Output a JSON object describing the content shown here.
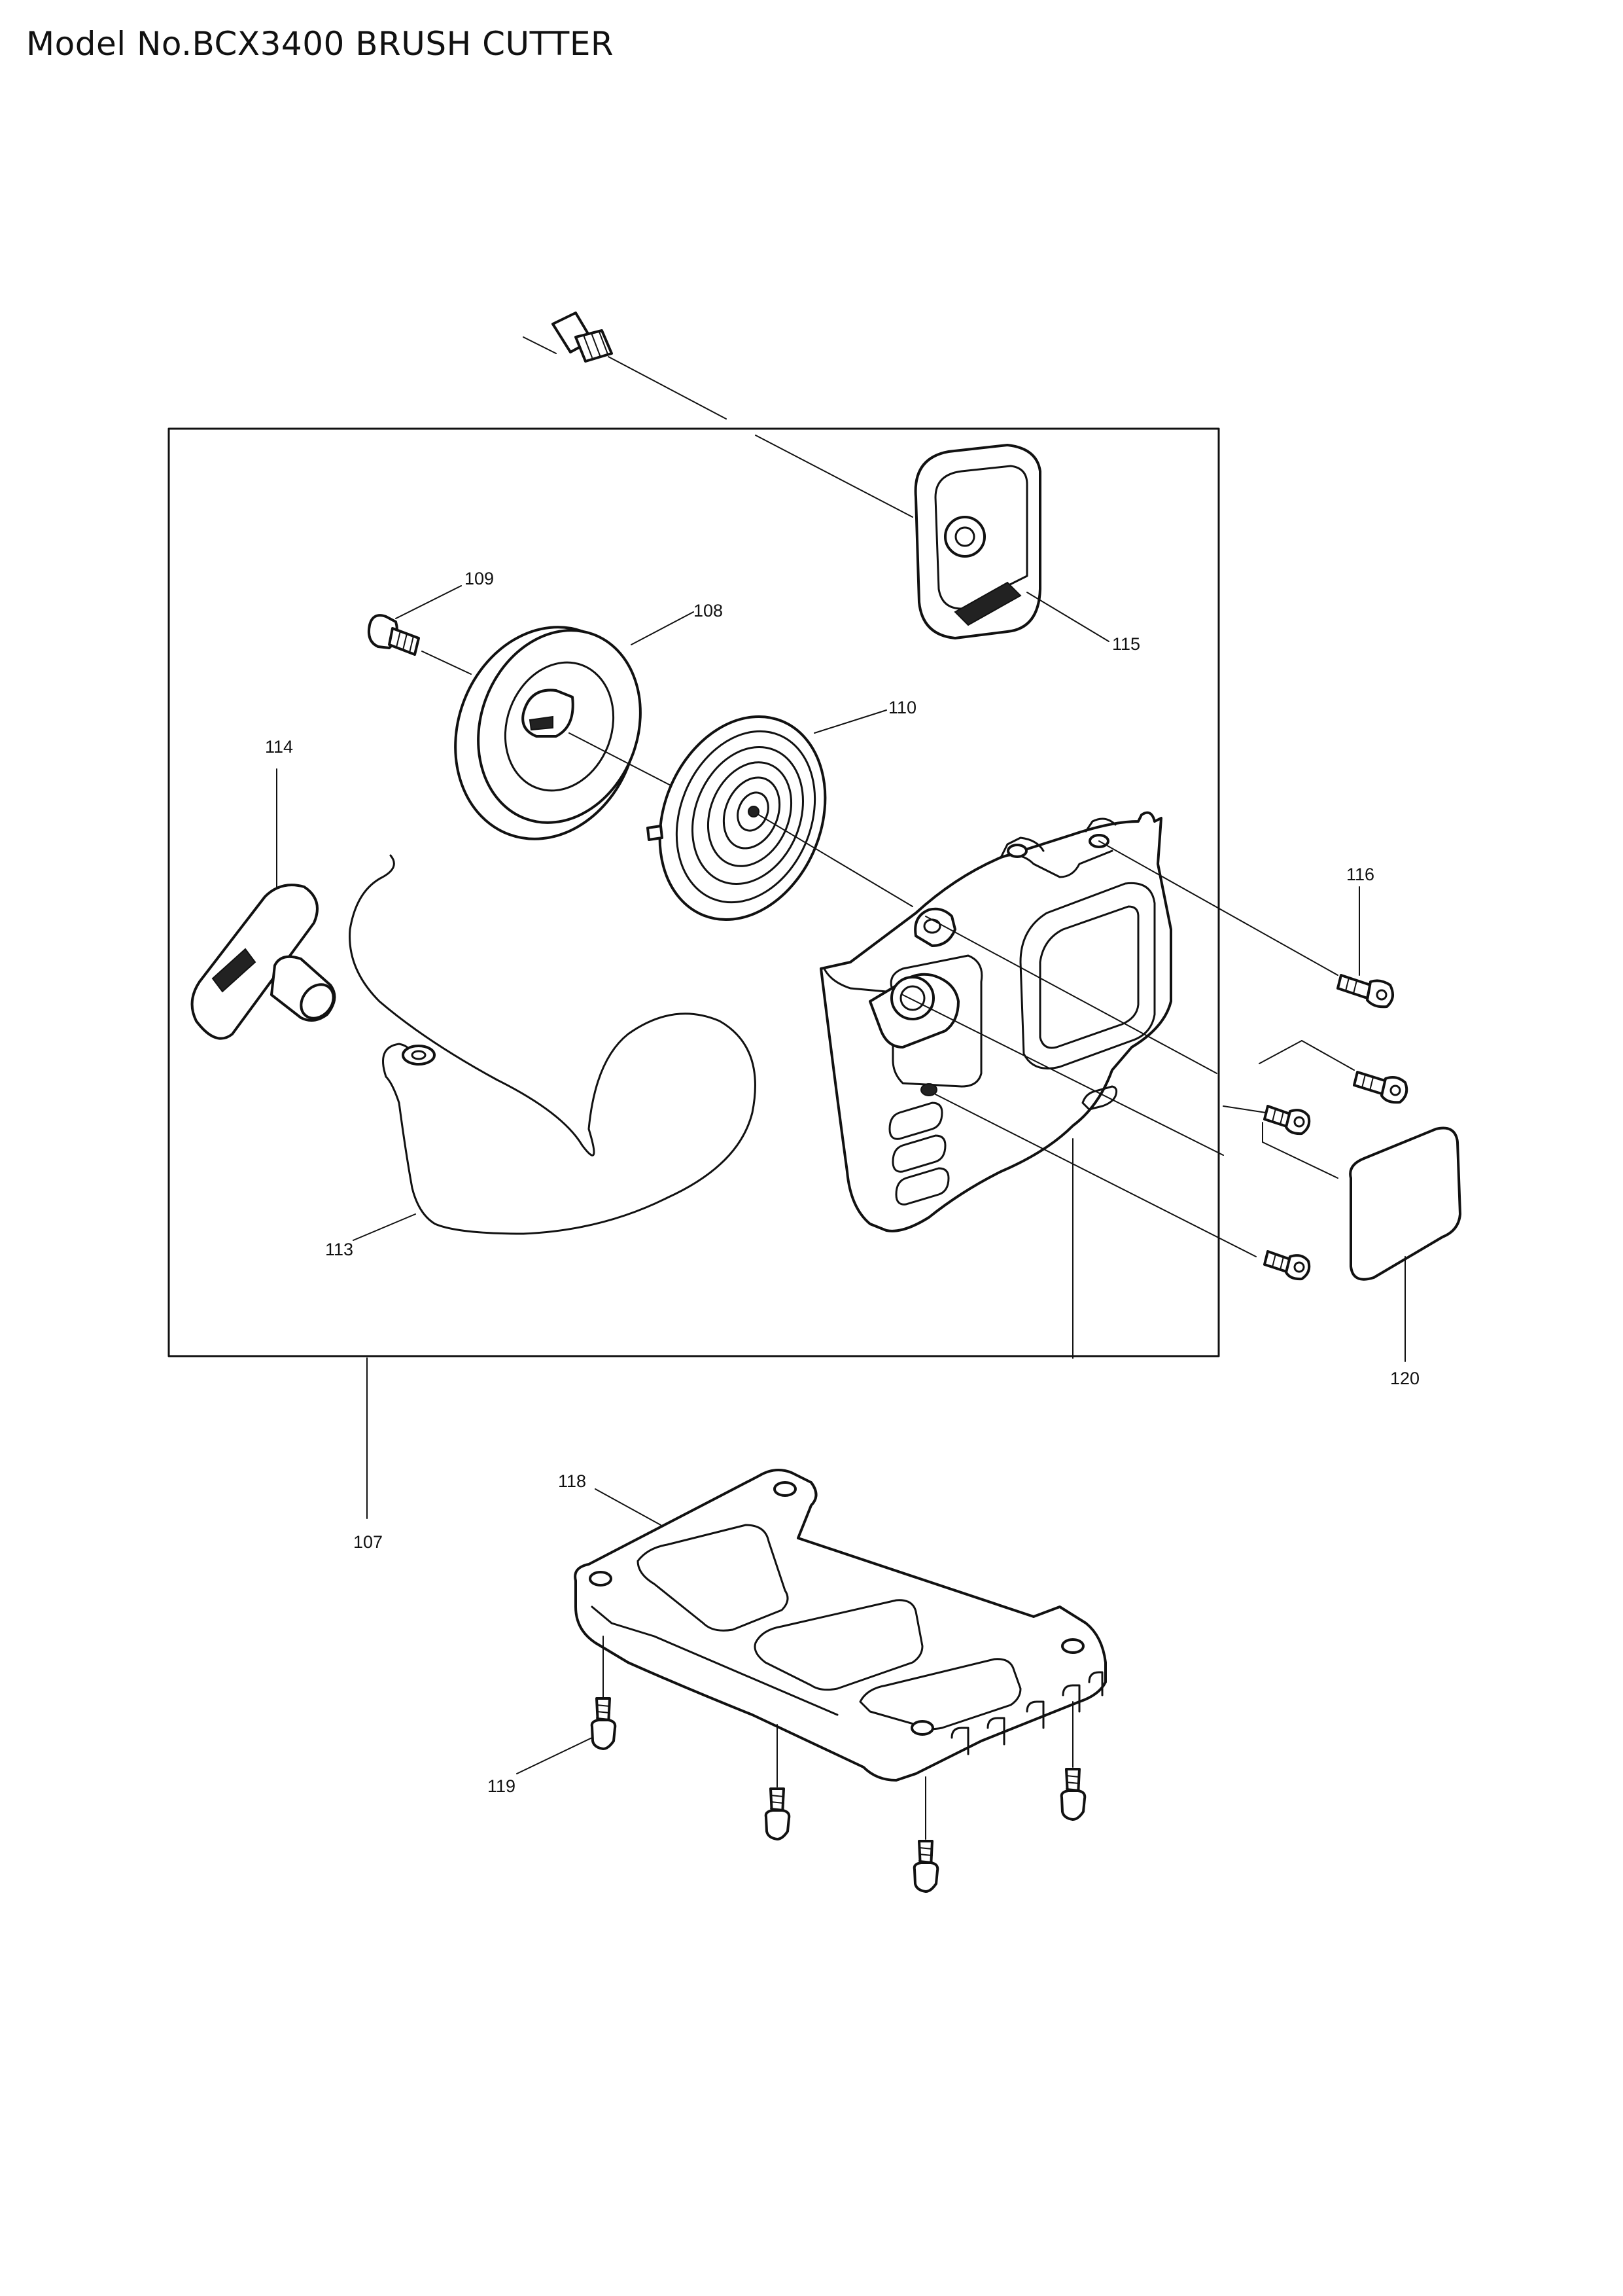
{
  "title": "Model No.BCX3400 BRUSH CUTTER",
  "parts": {
    "p107": "107",
    "p108": "108",
    "p109": "109",
    "p110": "110",
    "p113": "113",
    "p114": "114",
    "p115": "115",
    "p116": "116",
    "p118": "118",
    "p119": "119",
    "p120": "120"
  }
}
